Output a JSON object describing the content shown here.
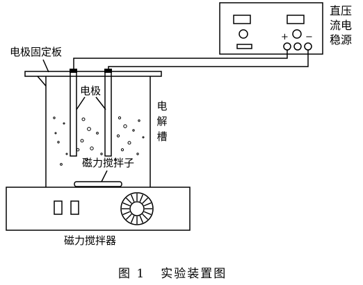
{
  "labels": {
    "plate": "电极固定板",
    "power_line1": "直压",
    "power_line2": "流电",
    "power_line3": "稳源",
    "plus": "+",
    "minus": "−",
    "electrode": "电极",
    "tank": [
      "电",
      "解",
      "槽"
    ],
    "stir_bar": "磁力搅拌子",
    "stirrer": "磁力搅拌器"
  },
  "caption": {
    "figure_no": "图 1",
    "title": "实验装置图"
  }
}
